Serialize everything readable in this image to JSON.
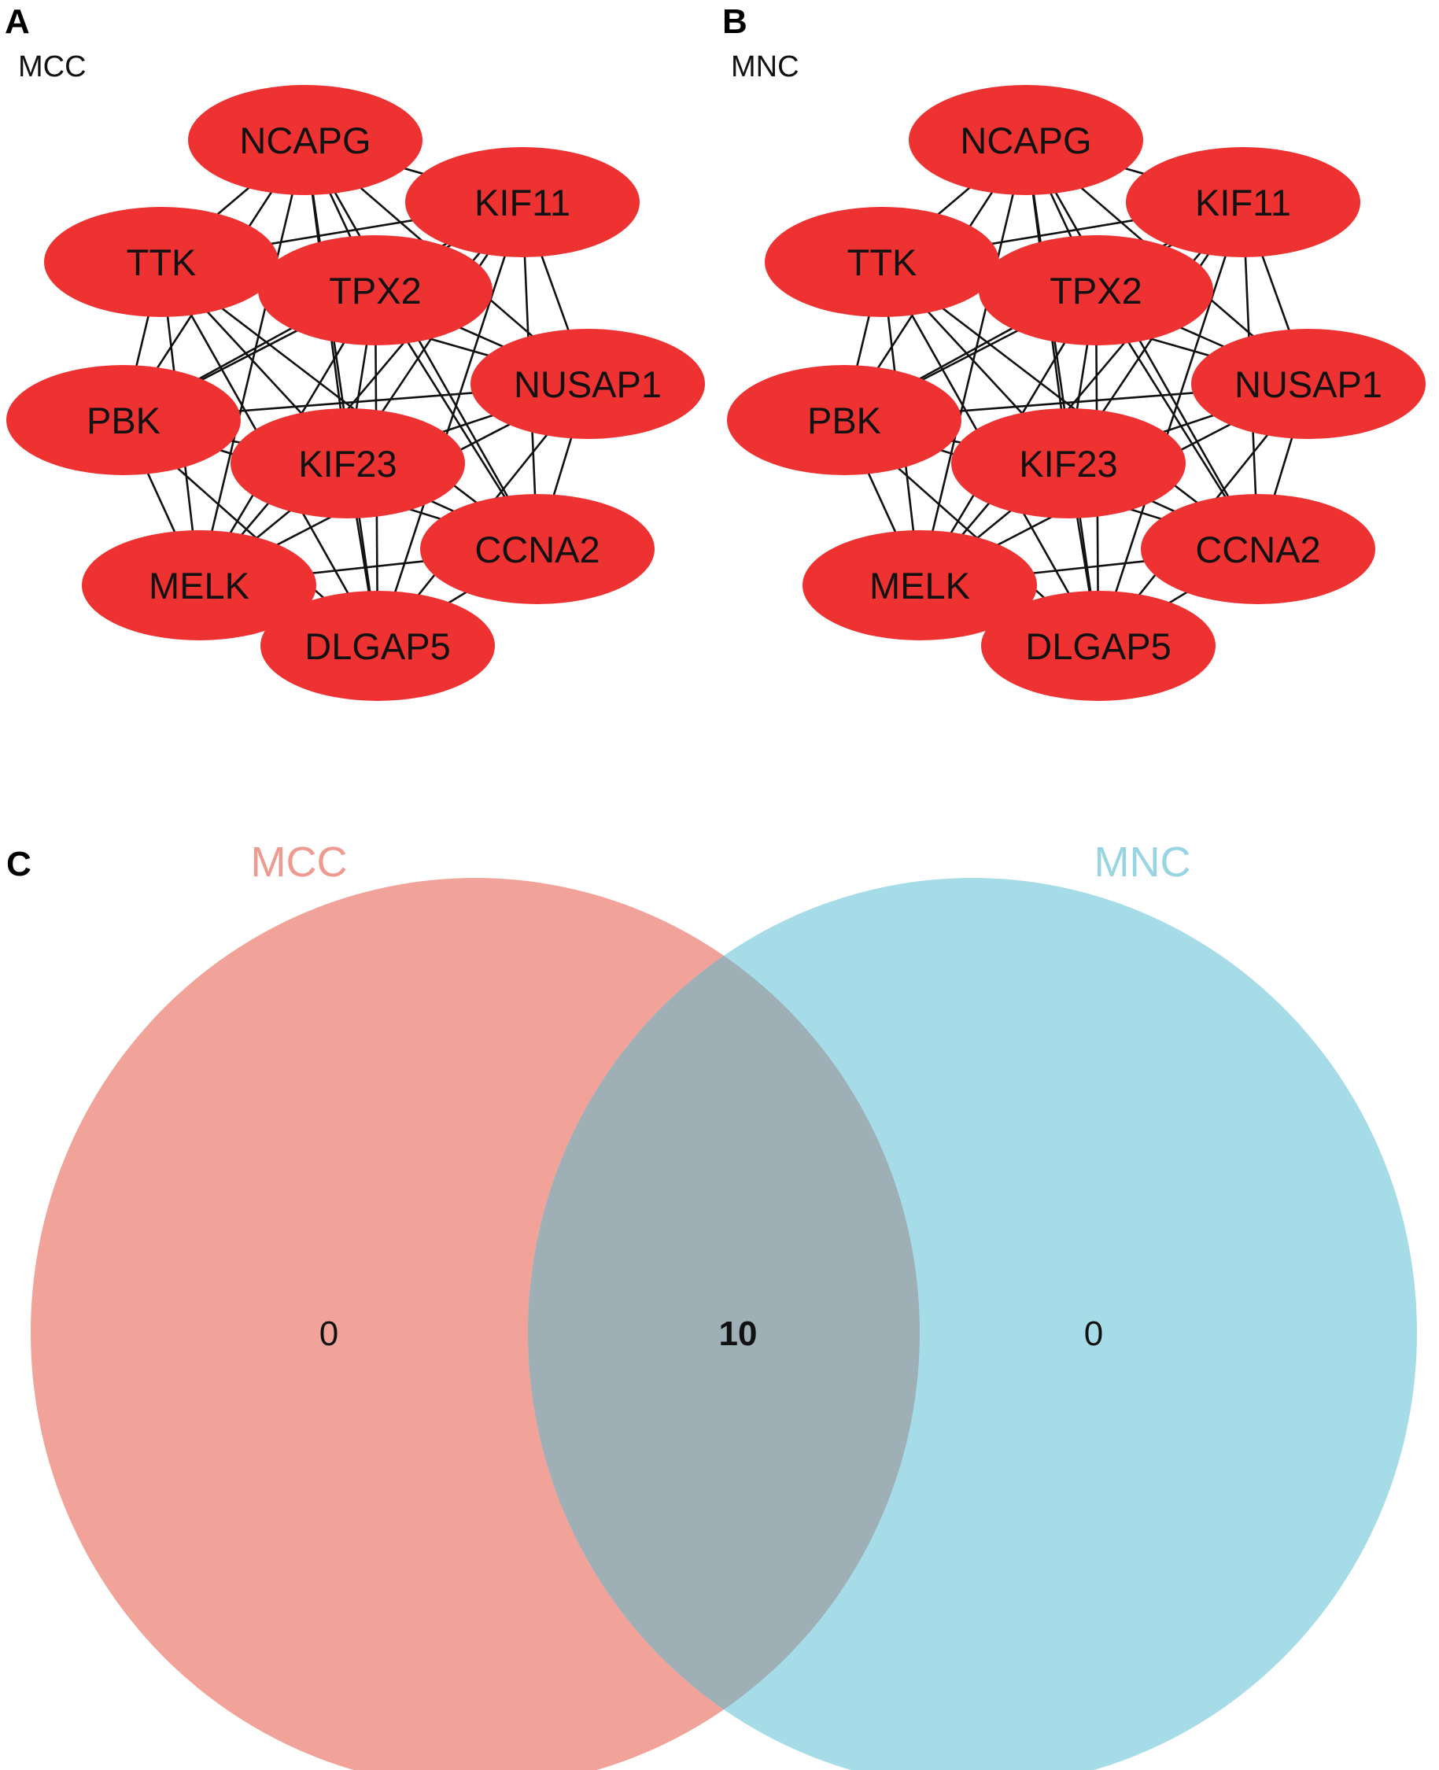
{
  "panels": [
    {
      "id": "A",
      "letter": "A",
      "subtitle": "MCC"
    },
    {
      "id": "B",
      "letter": "B",
      "subtitle": "MNC"
    }
  ],
  "network": {
    "node_color": "#ee3131",
    "edge_color": "#111111",
    "nodes": [
      "NCAPG",
      "KIF11",
      "TTK",
      "TPX2",
      "NUSAP1",
      "PBK",
      "KIF23",
      "CCNA2",
      "MELK",
      "DLGAP5"
    ],
    "edges": [
      [
        "NCAPG",
        "KIF11"
      ],
      [
        "NCAPG",
        "TTK"
      ],
      [
        "NCAPG",
        "TPX2"
      ],
      [
        "NCAPG",
        "NUSAP1"
      ],
      [
        "NCAPG",
        "PBK"
      ],
      [
        "NCAPG",
        "KIF23"
      ],
      [
        "NCAPG",
        "CCNA2"
      ],
      [
        "NCAPG",
        "MELK"
      ],
      [
        "NCAPG",
        "DLGAP5"
      ],
      [
        "KIF11",
        "TTK"
      ],
      [
        "KIF11",
        "TPX2"
      ],
      [
        "KIF11",
        "NUSAP1"
      ],
      [
        "KIF11",
        "PBK"
      ],
      [
        "KIF11",
        "KIF23"
      ],
      [
        "KIF11",
        "CCNA2"
      ],
      [
        "KIF11",
        "MELK"
      ],
      [
        "KIF11",
        "DLGAP5"
      ],
      [
        "TTK",
        "TPX2"
      ],
      [
        "TTK",
        "NUSAP1"
      ],
      [
        "TTK",
        "PBK"
      ],
      [
        "TTK",
        "KIF23"
      ],
      [
        "TTK",
        "CCNA2"
      ],
      [
        "TTK",
        "MELK"
      ],
      [
        "TTK",
        "DLGAP5"
      ],
      [
        "TPX2",
        "NUSAP1"
      ],
      [
        "TPX2",
        "PBK"
      ],
      [
        "TPX2",
        "KIF23"
      ],
      [
        "TPX2",
        "CCNA2"
      ],
      [
        "TPX2",
        "MELK"
      ],
      [
        "TPX2",
        "DLGAP5"
      ],
      [
        "NUSAP1",
        "PBK"
      ],
      [
        "NUSAP1",
        "KIF23"
      ],
      [
        "NUSAP1",
        "CCNA2"
      ],
      [
        "NUSAP1",
        "MELK"
      ],
      [
        "NUSAP1",
        "DLGAP5"
      ],
      [
        "PBK",
        "KIF23"
      ],
      [
        "PBK",
        "CCNA2"
      ],
      [
        "PBK",
        "MELK"
      ],
      [
        "PBK",
        "DLGAP5"
      ],
      [
        "KIF23",
        "CCNA2"
      ],
      [
        "KIF23",
        "MELK"
      ],
      [
        "KIF23",
        "DLGAP5"
      ],
      [
        "CCNA2",
        "MELK"
      ],
      [
        "CCNA2",
        "DLGAP5"
      ],
      [
        "MELK",
        "DLGAP5"
      ]
    ]
  },
  "venn": {
    "letter": "C",
    "sets": [
      {
        "name": "MCC",
        "only_count": "0",
        "color": "#f1a399",
        "title_color": "#ef9a91"
      },
      {
        "name": "MNC",
        "only_count": "0",
        "color": "#a6dce8",
        "title_color": "#98d4e2"
      }
    ],
    "overlap_count": "10",
    "overlap_color": "#9fafb6"
  }
}
